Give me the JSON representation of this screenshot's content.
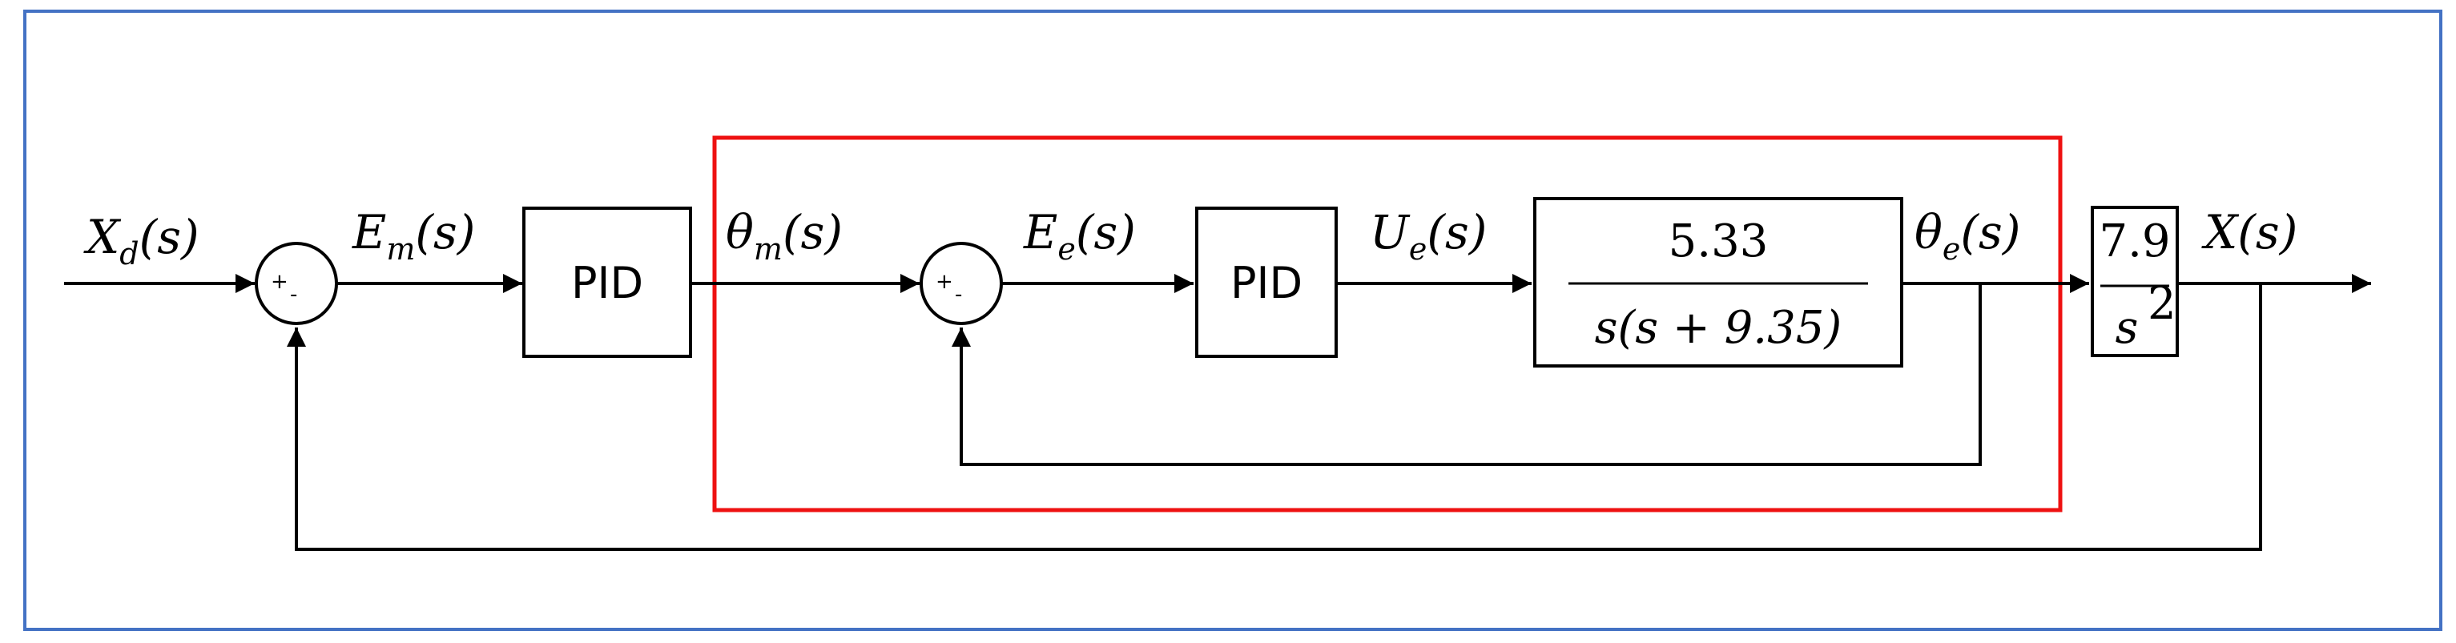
{
  "diagram": {
    "colors": {
      "frame": "#4472c4",
      "highlight": "#ee1111",
      "line": "#000000"
    },
    "signals": {
      "input": {
        "base": "X",
        "sub": "d",
        "arg": "(s)"
      },
      "outer_error": {
        "base": "E",
        "sub": "m",
        "arg": "(s)"
      },
      "outer_ctrl_out": {
        "base": "θ",
        "sub": "m",
        "arg": "(s)"
      },
      "inner_error": {
        "base": "E",
        "sub": "e",
        "arg": "(s)"
      },
      "inner_ctrl_out": {
        "base": "U",
        "sub": "e",
        "arg": "(s)"
      },
      "inner_output": {
        "base": "θ",
        "sub": "e",
        "arg": "(s)"
      },
      "output": {
        "base": "X",
        "arg": "(s)"
      }
    },
    "blocks": {
      "outer_pid": "PID",
      "inner_pid": "PID",
      "plant_numerator": "5.33",
      "plant_denominator": "s(s + 9.35)",
      "outer_plant_numerator": "7.9",
      "outer_plant_denominator_base": "s",
      "outer_plant_denominator_exp": "2"
    },
    "summing_junctions": {
      "outer": {
        "plus": "+",
        "minus": "-"
      },
      "inner": {
        "plus": "+",
        "minus": "-"
      }
    }
  }
}
